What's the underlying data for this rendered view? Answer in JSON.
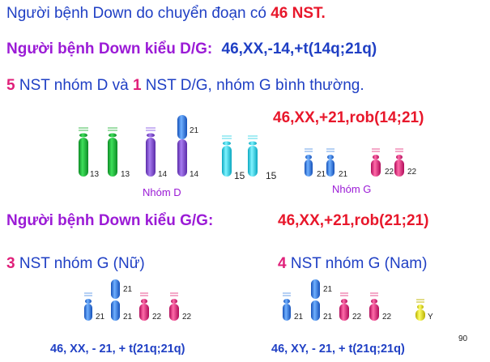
{
  "line1": {
    "prefix": "Người bệnh Down do chuyển đoạn có ",
    "highlight": "46 NST."
  },
  "line2": {
    "label": "Người bệnh Down kiểu D/G:",
    "karyotype": "46,XX,-14,+t(14q;21q)"
  },
  "line3": {
    "num1": "5",
    "mid": " NST nhóm D và ",
    "num2": "1",
    "rest": " NST D/G, nhóm G bình thường."
  },
  "karyotype_dg2": "46,XX,+21,rob(14;21)",
  "group_d": {
    "label": "Nhóm D",
    "numbers": [
      "13",
      "13",
      "14",
      "14",
      "15",
      "15"
    ],
    "extra": "21"
  },
  "group_g": {
    "label": "Nhóm G",
    "numbers": [
      "21",
      "21",
      "22",
      "22"
    ]
  },
  "line4": {
    "label": "Người bệnh Down kiểu G/G:",
    "karyotype": "46,XX,+21,rob(21;21)"
  },
  "female": {
    "num": "3",
    "text": " NST nhóm G (Nữ)",
    "numbers": [
      "21",
      "21",
      "21",
      "22",
      "22"
    ],
    "caption": "46, XX, - 21, + t(21q;21q)"
  },
  "male": {
    "num": "4",
    "text": " NST nhóm G (Nam)",
    "numbers": [
      "21",
      "21",
      "21",
      "22",
      "22",
      "Y"
    ],
    "caption": "46, XY, - 21, + t(21q;21q)"
  },
  "page_number": "90",
  "colors": {
    "green": "#1fbf3a",
    "purple": "#8a4fe0",
    "cyan": "#1fd8e8",
    "blue": "#2f7fe8",
    "magenta": "#e8187a",
    "yellow": "#f2e600"
  }
}
